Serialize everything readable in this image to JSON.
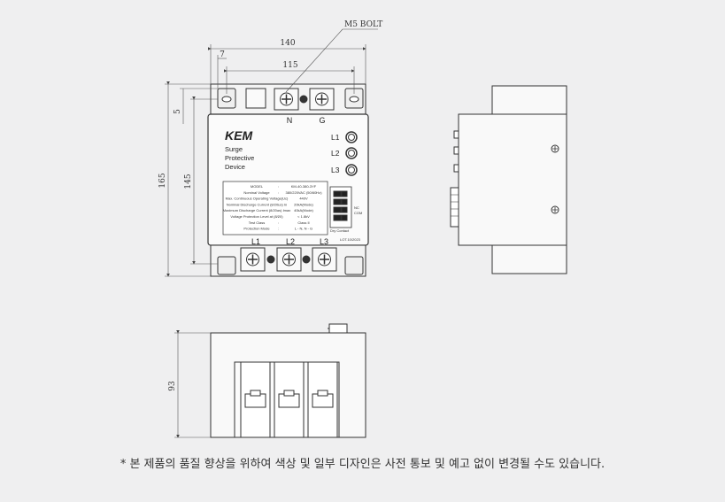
{
  "dimensions": {
    "width_total": "140",
    "width_inner": "115",
    "edge_offset": "7",
    "top_offset": "5",
    "height_total": "165",
    "height_inner": "145",
    "depth": "93"
  },
  "bolt_label": "M5 BOLT",
  "top_terminals": [
    "N",
    "G"
  ],
  "bottom_terminals": [
    "L1",
    "L2",
    "L3"
  ],
  "indicators": [
    "L1",
    "L2",
    "L3"
  ],
  "brand": {
    "logo": "KEM",
    "line1": "Surge",
    "line2": "Protective",
    "line3": "Device"
  },
  "spec_rows": [
    {
      "label": "MODEL",
      "value": "KM-40-380-3YF"
    },
    {
      "label": "Nominal Voltage",
      "value": "380/220VAC (50/60Hz)"
    },
    {
      "label": "Max. Continuous Operating Voltage(Uc)",
      "value": "440V"
    },
    {
      "label": "Nominal Discharge Current (8/20us) In",
      "value": "20kA(Mode)"
    },
    {
      "label": "Maximum Discharge Current (8/20us) Imax",
      "value": "40kA(Mode)"
    },
    {
      "label": "Voltage Protection Level at (8/20)",
      "value": "< 1.8kV"
    },
    {
      "label": "Test Class",
      "value": "Class II"
    },
    {
      "label": "Protection Mode",
      "value": "L - N, N - G"
    }
  ],
  "contact_labels": {
    "nc": "NC",
    "com": "COM",
    "dry": "Dry Contact"
  },
  "lot_label": "LOT.10/2023",
  "footnote": "* 본 제품의 품질 향상을 위하여 색상 및 일부 디자인은 사전 통보 및 예고 없이 변경될 수도 있습니다."
}
